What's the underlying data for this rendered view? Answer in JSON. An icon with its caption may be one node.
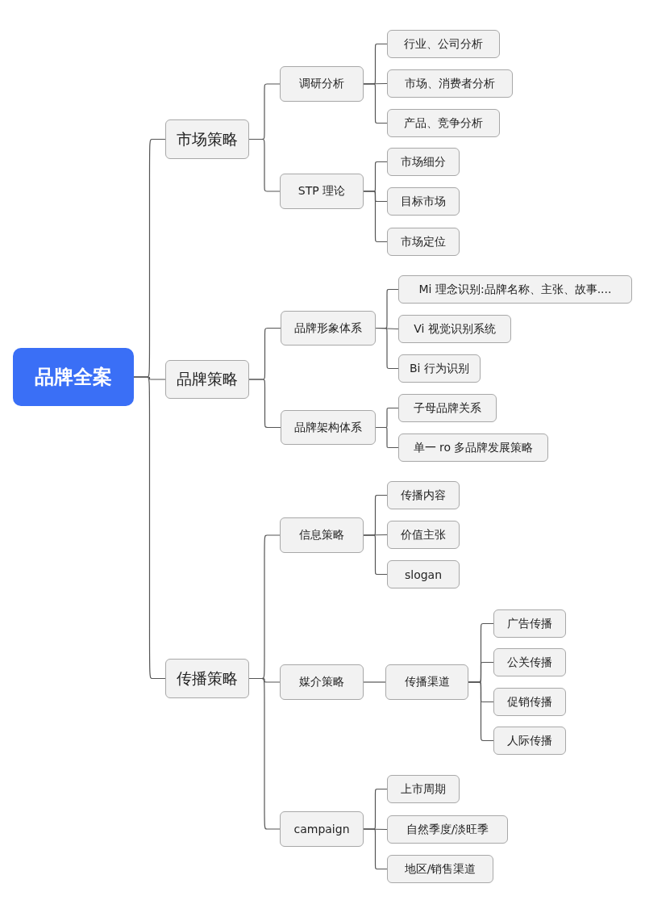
{
  "diagram": {
    "nodes": [
      {
        "text": [
          "品牌全案"
        ]
      },
      {
        "text": [
          "市场策略"
        ]
      },
      {
        "text": [
          "调研分析"
        ]
      },
      {
        "text": [
          "行业、公司分析"
        ]
      },
      {
        "text": [
          "市场、消费者分析"
        ]
      },
      {
        "text": [
          "产品、竞争分析"
        ]
      },
      {
        "text": [
          "STP 理论"
        ]
      },
      {
        "text": [
          "市场细分"
        ]
      },
      {
        "text": [
          "目标市场"
        ]
      },
      {
        "text": [
          "市场定位"
        ]
      },
      {
        "text": [
          "品牌策略"
        ]
      },
      {
        "text": [
          "品牌形象体系"
        ]
      },
      {
        "text": [
          "Mi 理念识别:品牌名称、主张、故事...."
        ]
      },
      {
        "text": [
          "Vi 视觉识别系统"
        ]
      },
      {
        "text": [
          "Bi 行为识别"
        ]
      },
      {
        "text": [
          "品牌架构体系"
        ]
      },
      {
        "text": [
          "子母品牌关系"
        ]
      },
      {
        "text": [
          "单一 ro 多品牌发展策略"
        ]
      },
      {
        "text": [
          "传播策略"
        ]
      },
      {
        "text": [
          "信息策略"
        ]
      },
      {
        "text": [
          "传播内容"
        ]
      },
      {
        "text": [
          "价值主张"
        ]
      },
      {
        "text": [
          "slogan"
        ]
      },
      {
        "text": [
          "媒介策略"
        ]
      },
      {
        "text": [
          "传播渠道"
        ]
      },
      {
        "text": [
          "广告传播"
        ]
      },
      {
        "text": [
          "公关传播"
        ]
      },
      {
        "text": [
          "促销传播"
        ]
      },
      {
        "text": [
          "人际传播"
        ]
      },
      {
        "text": [
          "campaign"
        ]
      },
      {
        "text": [
          "上市周期"
        ]
      },
      {
        "text": [
          "自然季度/淡旺季"
        ]
      },
      {
        "text": [
          "地区/销售渠道"
        ]
      }
    ],
    "edges": [
      {
        "from": 0,
        "to": 1,
        "arrow": "none"
      },
      {
        "from": 1,
        "to": 2,
        "arrow": "none"
      },
      {
        "from": 2,
        "to": 3,
        "arrow": "none"
      },
      {
        "from": 2,
        "to": 4,
        "arrow": "none"
      },
      {
        "from": 2,
        "to": 5,
        "arrow": "none"
      },
      {
        "from": 1,
        "to": 6,
        "arrow": "none"
      },
      {
        "from": 6,
        "to": 7,
        "arrow": "none"
      },
      {
        "from": 6,
        "to": 8,
        "arrow": "none"
      },
      {
        "from": 6,
        "to": 9,
        "arrow": "none"
      },
      {
        "from": 0,
        "to": 10,
        "arrow": "none"
      },
      {
        "from": 10,
        "to": 11,
        "arrow": "none"
      },
      {
        "from": 11,
        "to": 12,
        "arrow": "none"
      },
      {
        "from": 11,
        "to": 13,
        "arrow": "none"
      },
      {
        "from": 11,
        "to": 14,
        "arrow": "none"
      },
      {
        "from": 10,
        "to": 15,
        "arrow": "none"
      },
      {
        "from": 15,
        "to": 16,
        "arrow": "none"
      },
      {
        "from": 15,
        "to": 17,
        "arrow": "none"
      },
      {
        "from": 0,
        "to": 18,
        "arrow": "none"
      },
      {
        "from": 18,
        "to": 19,
        "arrow": "none"
      },
      {
        "from": 19,
        "to": 20,
        "arrow": "none"
      },
      {
        "from": 19,
        "to": 21,
        "arrow": "none"
      },
      {
        "from": 19,
        "to": 22,
        "arrow": "none"
      },
      {
        "from": 18,
        "to": 23,
        "arrow": "none"
      },
      {
        "from": 23,
        "to": 24,
        "arrow": "none"
      },
      {
        "from": 24,
        "to": 25,
        "arrow": "none"
      },
      {
        "from": 24,
        "to": 26,
        "arrow": "none"
      },
      {
        "from": 24,
        "to": 27,
        "arrow": "none"
      },
      {
        "from": 24,
        "to": 28,
        "arrow": "none"
      },
      {
        "from": 18,
        "to": 29,
        "arrow": "none"
      },
      {
        "from": 29,
        "to": 30,
        "arrow": "none"
      },
      {
        "from": 29,
        "to": 31,
        "arrow": "none"
      },
      {
        "from": 29,
        "to": 32,
        "arrow": "none"
      }
    ]
  }
}
